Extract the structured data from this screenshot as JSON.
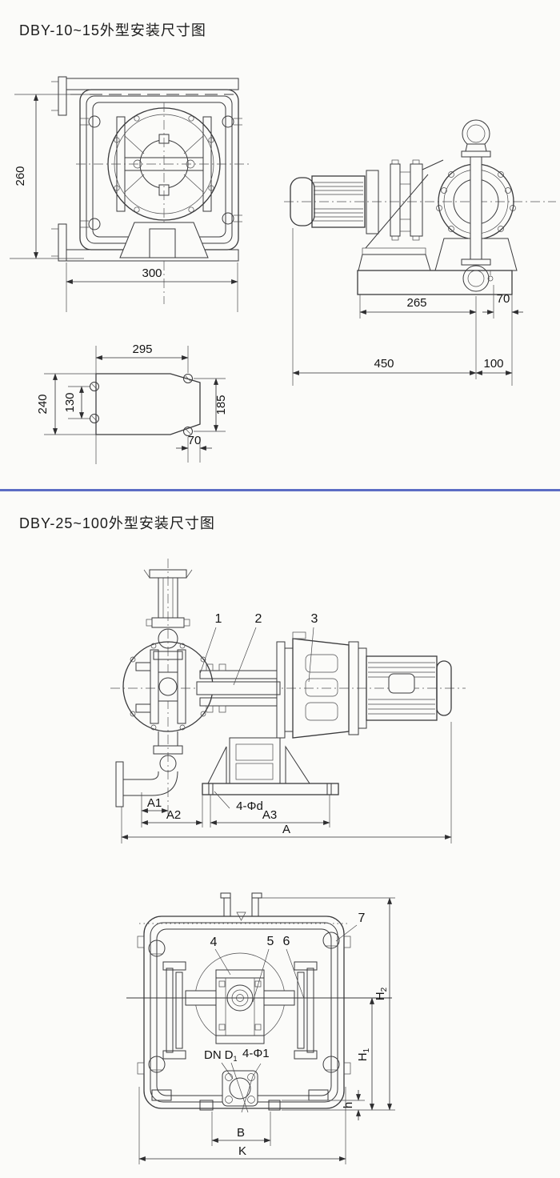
{
  "page": {
    "divider_color": "#5b6cc4"
  },
  "section1": {
    "title": "DBY-10~15外型安装尺寸图",
    "front_view": {
      "dim_height": "260",
      "dim_width": "300"
    },
    "side_view": {
      "dim_center": "265",
      "dim_offset": "70",
      "dim_length": "450",
      "dim_right": "100"
    },
    "bottom_view": {
      "dim_top": "295",
      "dim_left_height": "240",
      "dim_bolt": "130",
      "dim_right_height": "185",
      "dim_bottom": "70"
    }
  },
  "section2": {
    "title": "DBY-25~100外型安装尺寸图",
    "side_view": {
      "label_1": "1",
      "label_2": "2",
      "label_3": "3",
      "dim_a1": "A1",
      "dim_a2": "A2",
      "dim_a3": "A3",
      "dim_a": "A",
      "bolt_note": "4-Φd"
    },
    "front_view": {
      "label_4": "4",
      "label_5": "5",
      "label_6": "6",
      "label_7": "7",
      "flange_dn": "DN",
      "flange_d": "D",
      "flange_d_sub": "1",
      "bolt_note": "4-Φ1",
      "dim_h2_main": "H",
      "dim_h2_sub": "2",
      "dim_h1_main": "H",
      "dim_h1_sub": "1",
      "dim_h": "h",
      "dim_b": "B",
      "dim_k": "K"
    }
  }
}
